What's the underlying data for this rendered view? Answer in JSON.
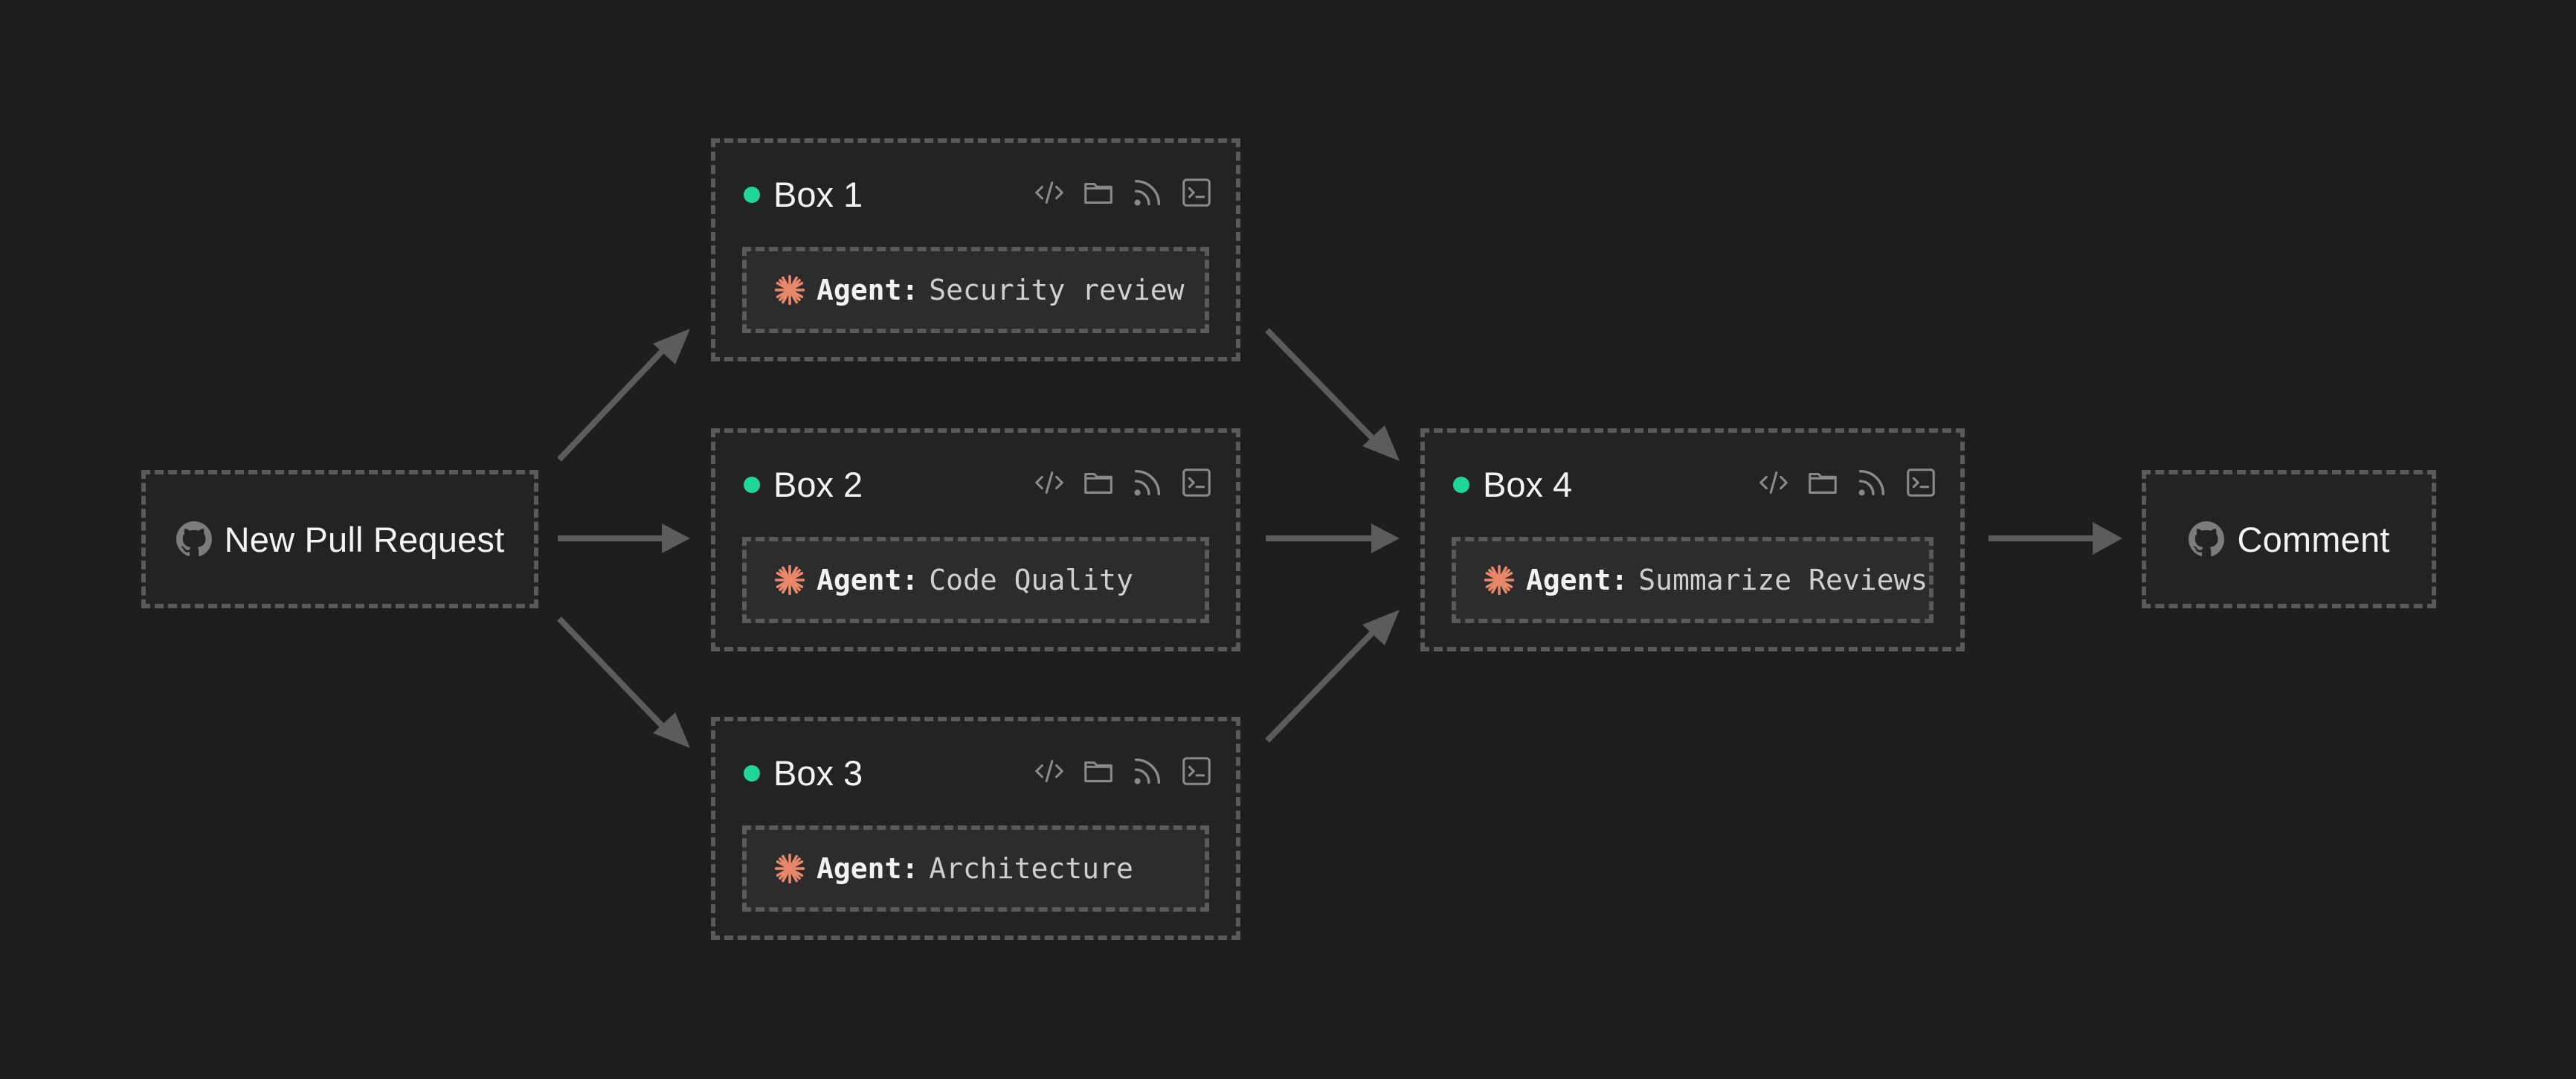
{
  "trigger": {
    "label": "New Pull Request",
    "icon": "github-icon"
  },
  "output": {
    "label": "Comment",
    "icon": "github-icon"
  },
  "boxes": [
    {
      "title": "Box 1",
      "status_color": "#1fd69a",
      "agent_key": "Agent:",
      "agent_value": "Security review"
    },
    {
      "title": "Box 2",
      "status_color": "#1fd69a",
      "agent_key": "Agent:",
      "agent_value": "Code Quality"
    },
    {
      "title": "Box 3",
      "status_color": "#1fd69a",
      "agent_key": "Agent:",
      "agent_value": "Architecture"
    },
    {
      "title": "Box 4",
      "status_color": "#1fd69a",
      "agent_key": "Agent:",
      "agent_value": "Summarize Reviews"
    }
  ],
  "toolbar_icons": [
    "code-icon",
    "folder-icon",
    "rss-icon",
    "terminal-icon"
  ],
  "colors": {
    "background": "#1e1e1e",
    "border": "#5a5a5a",
    "arrow": "#5c5c5c",
    "status": "#1fd69a",
    "agent_icon": "#e8876a"
  }
}
